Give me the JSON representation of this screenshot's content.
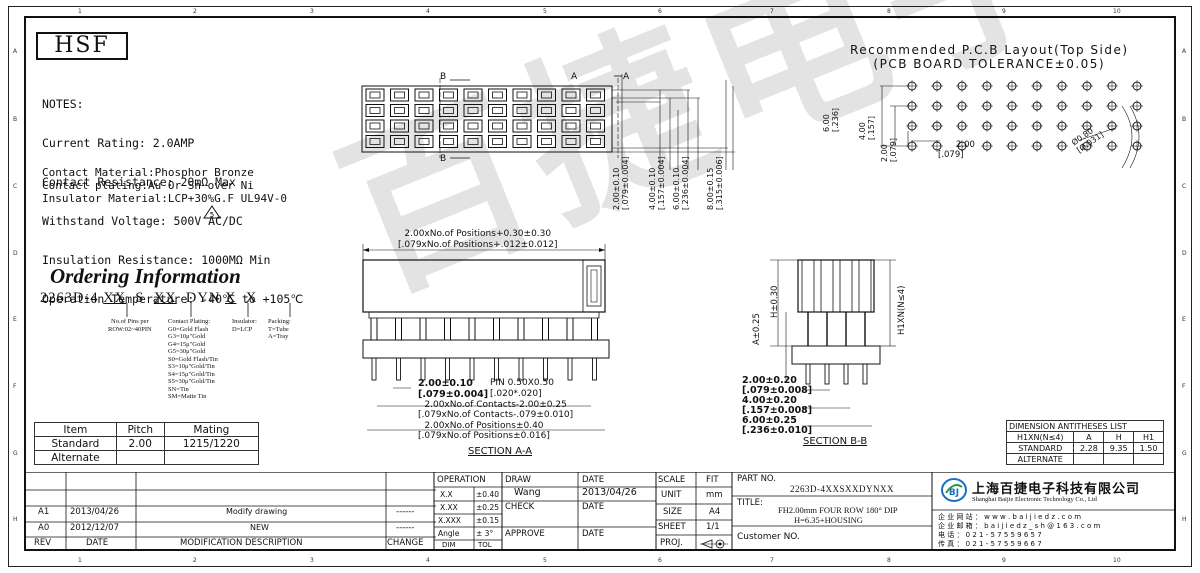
{
  "logo": "HSF",
  "notes": {
    "header": "NOTES:",
    "lines": [
      "Current Rating: 2.0AMP",
      "Contact Resistance: 20mΩ Max",
      "Withstand Voltage: 500V AC/DC",
      "Insulation Resistance: 1000MΩ Min",
      "Operation Temperature: -40℃ to +105℃"
    ],
    "materials": [
      "Contact Material:Phosphor Bronze",
      "Contact plating:Au Or Sn over Ni",
      "Insulator Material:LCP+30%G.F UL94V-0"
    ]
  },
  "ordering": {
    "title": "Ordering Information",
    "pn_parts": [
      "2263D-4",
      "XX",
      "S",
      "XX",
      "DYN",
      "X",
      "X"
    ],
    "pins": [
      "No.of Pins per",
      "ROW:02~40PIN"
    ],
    "plating": [
      "Contact Plating:",
      "G0=Gold Flash",
      "G3=10μ\"Gold",
      "G4=15μ\"Gold",
      "G5=30μ\"Gold",
      "S0=Gold Flash/Tin",
      "S3=10μ\"Gold/Tin",
      "S4=15μ\"Gold/Tin",
      "S5=30μ\"Gold/Tin",
      "SN=Tin",
      "SM=Matte Tin"
    ],
    "insulator": [
      "Insulator:",
      "D=LCP"
    ],
    "packing": [
      "Packing:",
      "T=Tube",
      "A=Tray"
    ]
  },
  "pcb": {
    "title1": "Recommended P.C.B Layout(Top Side)",
    "title2": "(PCB BOARD TOLERANCE±0.05)",
    "d600": "6.00",
    "d600i": "[.236]",
    "d400": "4.00",
    "d400i": "[.157]",
    "d200v": "2.00",
    "d200vi": "[.079]",
    "d200h": "2.00",
    "d200hi": "[.079]",
    "hole": "Ø0.80",
    "holei": "[Ø.031]"
  },
  "top_view": {
    "label_b": "B",
    "label_a": "A",
    "d1": "2.00±0.10",
    "d1i": "[.079±0.004]",
    "d2": "4.00±0.10",
    "d2i": "[.157±0.004]",
    "d3": "6.00±0.10",
    "d3i": "[.236±0.004]",
    "d4": "8.00±0.15",
    "d4i": "[.315±0.006]"
  },
  "section_a": {
    "top1": "2.00xNo.of Positions+0.30±0.30",
    "top2": "[.079xNo.of  Positions+.012±0.012]",
    "pitch": "2.00±0.10",
    "pitchi": "[.079±0.004]",
    "pin": "PIN  0.50X0.50",
    "pini": "[.020*.020]",
    "b1": "2.00xNo.of Contacts-2.00±0.25",
    "b1i": "[.079xNo.of Contacts-.079±0.010]",
    "b2": "2.00xNo.of Positions±0.40",
    "b2i": "[.079xNo.of  Positions±0.016]",
    "caption": "SECTION  A-A"
  },
  "section_b": {
    "h": "H±0.30",
    "a": "A±0.25",
    "h1": "H1XN(N≤4)",
    "d1": "2.00±0.20",
    "d1i": "[.079±0.008]",
    "d2": "4.00±0.20",
    "d2i": "[.157±0.008]",
    "d3": "6.00±0.25",
    "d3i": "[.236±0.010]",
    "caption": "SECTION  B-B"
  },
  "spec_table": {
    "headers": [
      "Item",
      "Pitch",
      "Mating"
    ],
    "rows": [
      [
        "Standard",
        "2.00",
        "1215/1220"
      ],
      [
        "Alternate",
        "",
        ""
      ]
    ]
  },
  "dim_table": {
    "title": "DIMENSION  ANTITHESES  LIST",
    "headers": [
      "H1XN(N≤4)",
      "A",
      "H",
      "H1"
    ],
    "rows": [
      [
        "STANDARD",
        "2.28",
        "9.35",
        "1.50"
      ],
      [
        "ALTERNATE",
        "",
        "",
        ""
      ]
    ]
  },
  "title_block": {
    "revisions": [
      {
        "rev": "A1",
        "date": "2013/04/26",
        "desc": "Modify drawing",
        "change": "------"
      },
      {
        "rev": "A0",
        "date": "2012/12/07",
        "desc": "NEW",
        "change": "------"
      }
    ],
    "rev_header": "REV",
    "date_header": "DATE",
    "desc_header": "MODIFICATION  DESCRIPTION",
    "change_header": "CHANGE",
    "operation": "OPERATION",
    "tol_rows": [
      [
        "X.X",
        "±0.40"
      ],
      [
        "X.XX",
        "±0.25"
      ],
      [
        "X.XXX",
        "±0.15"
      ],
      [
        "Angle",
        "±  3°"
      ]
    ],
    "dim": "DIM",
    "tol": "TOL",
    "draw": "DRAW",
    "draw_name": "Wang",
    "check": "CHECK",
    "approve": "APPROVE",
    "date": "DATE",
    "draw_date": "2013/04/26",
    "scale": "SCALE",
    "fit": "FIT",
    "unit": "UNIT",
    "unit_val": "mm",
    "size": "SIZE",
    "size_val": "A4",
    "sheet": "SHEET",
    "sheet_val": "1/1",
    "proj": "PROJ.",
    "part_no_label": "PART  NO.",
    "part_no": "2263D-4XXSXXDYNXX",
    "title_label": "TITLE:",
    "title1": "FH2.00mm  FOUR  ROW  180°   DIP",
    "title2": "H=6.35+HOUSING",
    "customer": "Customer  NO.",
    "company_cn": "上海百捷电子科技有限公司",
    "company_en": "Shanghai Baijie Electronic Technology Co., Ltd",
    "web": "企 业 网 站 ： w w w . b a i j i e d z . c o m",
    "email": "企 业 邮 箱 ： b a i j i e d z _ s h @ 1 6 3 . c o m",
    "tel": "电 话 ： 0 2 1 - 5 7 5 5 9 6 5 7",
    "fax": "传 真 ： 0 2 1 - 5 7 5 5 9 6 6 7"
  },
  "watermark": "百捷电子"
}
